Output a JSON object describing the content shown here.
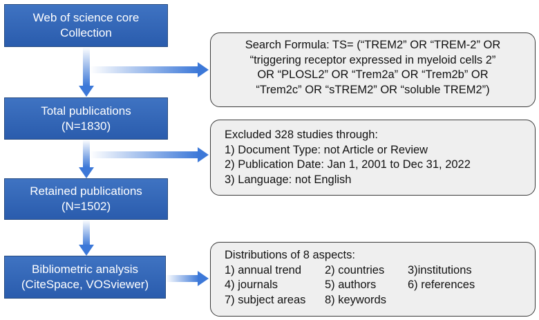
{
  "steps": [
    {
      "line1": "Web of science core",
      "line2": "Collection"
    },
    {
      "line1": "Total publications",
      "line2": "(N=1830)"
    },
    {
      "line1": "Retained publications",
      "line2": "(N=1502)"
    },
    {
      "line1": "Bibliometric analysis",
      "line2": "(CiteSpace, VOSviewer)"
    }
  ],
  "search": {
    "lines": [
      "Search Formula: TS= (“TREM2” OR “TREM-2” OR",
      "“triggering receptor expressed in myeloid cells 2”",
      "OR “PLOSL2” OR “Trem2a” OR “Trem2b” OR",
      "“Trem2c” OR “sTREM2” OR “soluble TREM2”)"
    ]
  },
  "exclusion": {
    "title": "Excluded 328 studies through:",
    "items": [
      "1) Document Type:  not Article or Review",
      "2) Publication Date: Jan 1, 2001 to Dec 31, 2022",
      "3) Language: not English"
    ]
  },
  "distributions": {
    "title": "Distributions of 8 aspects:",
    "items": [
      "1) annual trend",
      "2) countries",
      "3)institutions",
      "4) journals",
      "5) authors",
      "6) references",
      "7) subject areas",
      "8) keywords"
    ]
  },
  "colors": {
    "step_fill": "#2f62b3",
    "arrow_fill": "#3c78d8",
    "note_fill": "#efefef"
  }
}
